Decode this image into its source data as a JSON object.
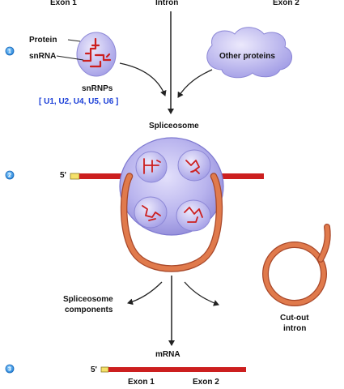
{
  "header": {
    "exon1": "Exon 1",
    "intron": "Intron",
    "exon2": "Exon 2"
  },
  "steps": {
    "step1": "1",
    "step2": "2",
    "step3": "3"
  },
  "labels": {
    "protein": "Protein",
    "snrna": "snRNA",
    "snrnps": "snRNPs",
    "snrnp_list": "[ U1, U2, U4, U5, U6 ]",
    "other_proteins": "Other proteins",
    "spliceosome": "Spliceosome",
    "five_prime_top": "5'",
    "spliceosome_components_line1": "Spliceosome",
    "spliceosome_components_line2": "components",
    "cutout_line1": "Cut-out",
    "cutout_line2": "intron",
    "mrna": "mRNA",
    "five_prime_bottom": "5'",
    "mrna_exon1": "Exon 1",
    "mrna_exon2": "Exon 2"
  },
  "colors": {
    "complex_fill": "#b9b4ee",
    "complex_edge": "#7d78d0",
    "rna_red": "#cc1f1f",
    "intron_orange": "#e07a4c",
    "cap_yellow": "#f5e16a",
    "step_blue": "#2a8fe0",
    "blue_text": "#1b3fd8"
  },
  "icons": {
    "step_marker": "step-number-circle-icon",
    "arrow": "arrow-icon",
    "snrna_squiggle": "snrna-squiggle-icon"
  }
}
